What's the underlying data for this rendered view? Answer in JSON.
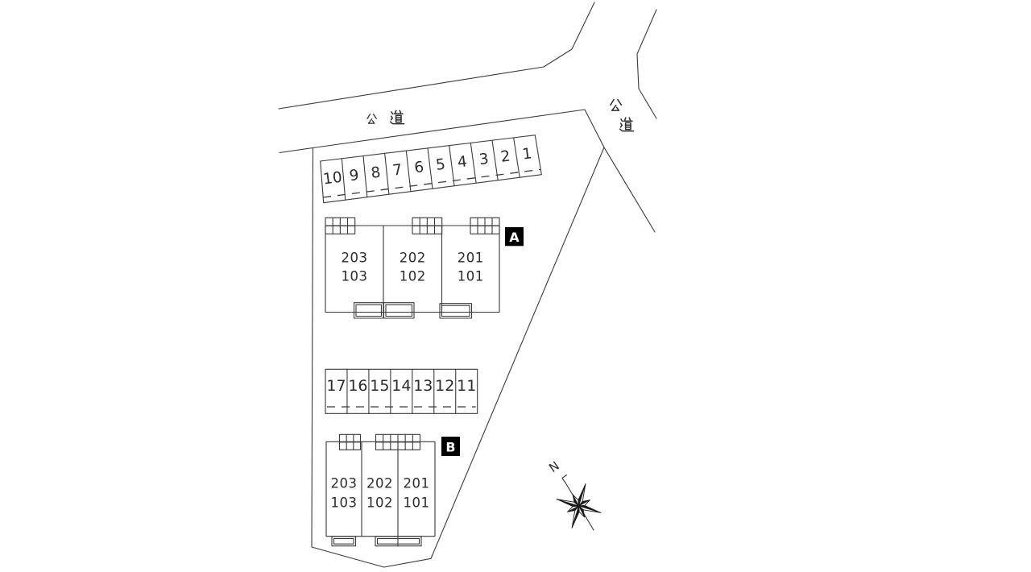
{
  "site_plan": {
    "roads": {
      "top_road_label": "公道",
      "right_road_label": "公道"
    },
    "parking": {
      "row_front": {
        "numbers": [
          "1",
          "2",
          "3",
          "4",
          "5",
          "6",
          "7",
          "8",
          "9",
          "10"
        ]
      },
      "row_middle": {
        "numbers": [
          "11",
          "12",
          "13",
          "14",
          "15",
          "16",
          "17"
        ]
      }
    },
    "building_a": {
      "label": "A",
      "units": [
        {
          "upper": "203",
          "lower": "103"
        },
        {
          "upper": "202",
          "lower": "102"
        },
        {
          "upper": "201",
          "lower": "101"
        }
      ]
    },
    "building_b": {
      "label": "B",
      "units": [
        {
          "upper": "203",
          "lower": "103"
        },
        {
          "upper": "202",
          "lower": "102"
        },
        {
          "upper": "201",
          "lower": "101"
        }
      ]
    },
    "compass": {
      "north_label": "N"
    },
    "colors": {
      "background": "#ffffff",
      "line": "#3a3a3a",
      "text": "#2b2b2b",
      "label_box_bg": "#000000",
      "label_box_fg": "#ffffff"
    }
  }
}
